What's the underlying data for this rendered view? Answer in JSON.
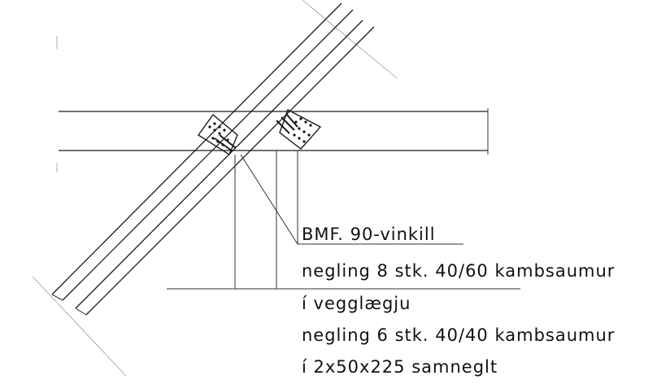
{
  "annotations": {
    "bracket_label": "BMF. 90-vinkill",
    "nailing_a_line1": "negling 8 stk. 40/60 kambsaumur",
    "nailing_a_line2": "í vegglægju",
    "nailing_b_line1": "negling 6 stk. 40/40 kambsaumur",
    "nailing_b_line2": "í 2x50x225 samneglt"
  }
}
